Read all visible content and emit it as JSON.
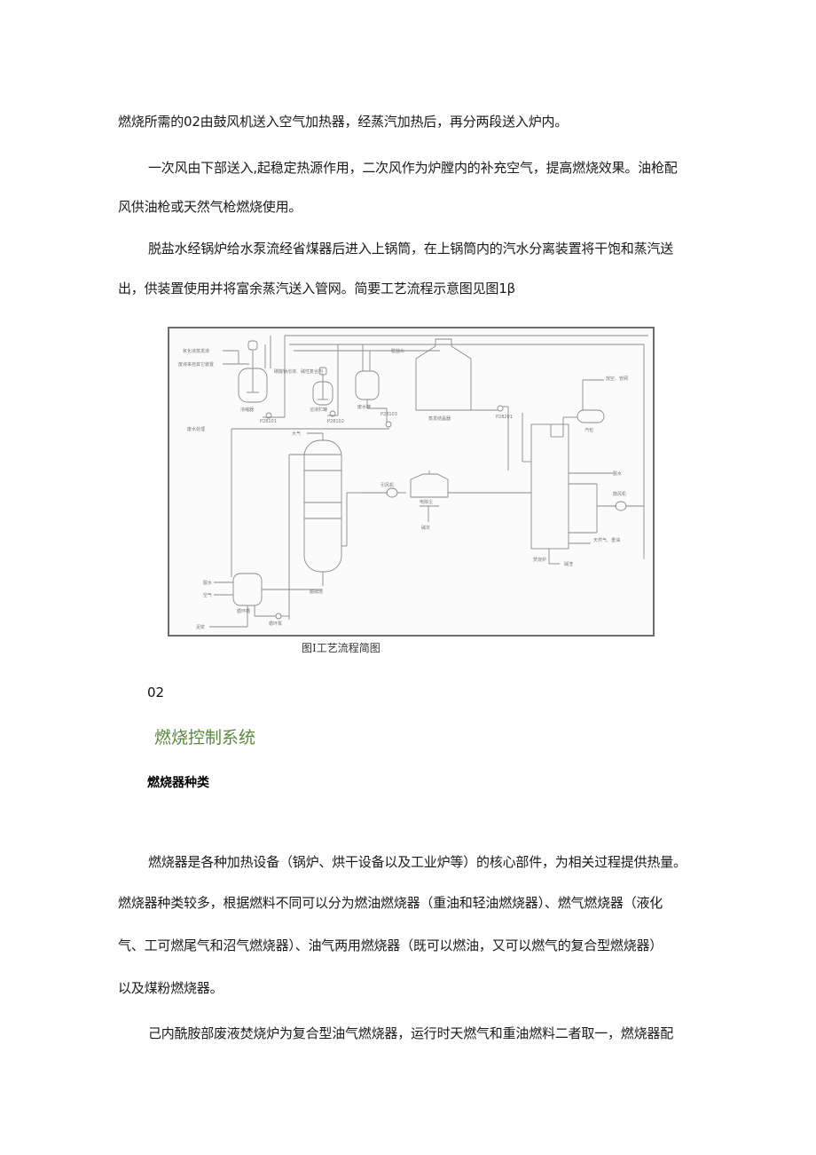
{
  "paragraphs": [
    {
      "id": "p1",
      "text": "燃烧所需的02由鼓风机送入空气加热器，经蒸汽加热后，再分两段送入炉内。"
    },
    {
      "id": "p2a",
      "text": "一次风由下部送入,起稳定热源作用，二次风作为炉膛内的补充空气，提高燃烧效果。油枪配"
    },
    {
      "id": "p2b",
      "text": "风供油枪或天然气枪燃烧使用。"
    },
    {
      "id": "p3a",
      "text": "脱盐水经锅炉给水泵流经省煤器后进入上锅筒，在上锅筒内的汽水分离装置将干饱和蒸汽送"
    },
    {
      "id": "p3b",
      "text": "出，供装置使用并将富余蒸汽送入管网。简要工艺流程示意图见图1β"
    }
  ],
  "figure": {
    "caption": "图I工艺流程简图",
    "labels": {
      "feed1": "氧化液蒸发液",
      "feed2": "废液来自其它装置",
      "desalt_water": "脱盐水",
      "additive": "碳酸钠溶液、碱性复合剂",
      "tank1": "浓缩器",
      "tank2": "溶液贮罐",
      "tank3": "废水罐",
      "pump1": "P28101",
      "pump2": "P28102",
      "pump3": "P28103",
      "pump4": "P28201",
      "evaporator": "蒸发结晶器",
      "vent": "放空、管网",
      "drum": "汽包",
      "water_supply": "废水处理",
      "atmosphere": "大气",
      "fan": "引风机",
      "precipitator": "电除尘",
      "ash": "碱灰",
      "soft_water": "脱水",
      "blower": "鼓风机",
      "natural_gas": "天然气、重油",
      "furnace": "焚烧炉",
      "slag": "碱渣",
      "tower": "脱硫塔",
      "water_in": "脱水",
      "air_in": "空气",
      "circ_tank": "循环槽",
      "circ_pump": "循环泵",
      "sludge": "泥浆"
    }
  },
  "section": {
    "number": "02",
    "title": "燃烧控制系统",
    "subheading": "燃烧器种类"
  },
  "paragraphs2": [
    {
      "id": "q1",
      "text": "燃烧器是各种加热设备（锅炉、烘干设备以及工业炉等）的核心部件，为相关过程提供热量。"
    },
    {
      "id": "q2a",
      "text": "燃烧器种类较多，根据燃料不同可以分为燃油燃烧器（重油和轻油燃烧器）、燃气燃烧器（液化"
    },
    {
      "id": "q2b",
      "text": "气、工可燃尾气和沼气燃烧器）、油气两用燃烧器（既可以燃油，又可以燃气的复合型燃烧器）"
    },
    {
      "id": "q2c",
      "text": "以及煤粉燃烧器。"
    },
    {
      "id": "q3",
      "text": "己内酰胺部废液焚烧炉为复合型油气燃烧器，运行时天燃气和重油燃料二者取一，燃烧器配"
    }
  ],
  "colors": {
    "section_title": "#5a8a3a",
    "text": "#1a1a1a",
    "diagram_line": "#8a8a8a",
    "frame": "#6d6d6d"
  }
}
